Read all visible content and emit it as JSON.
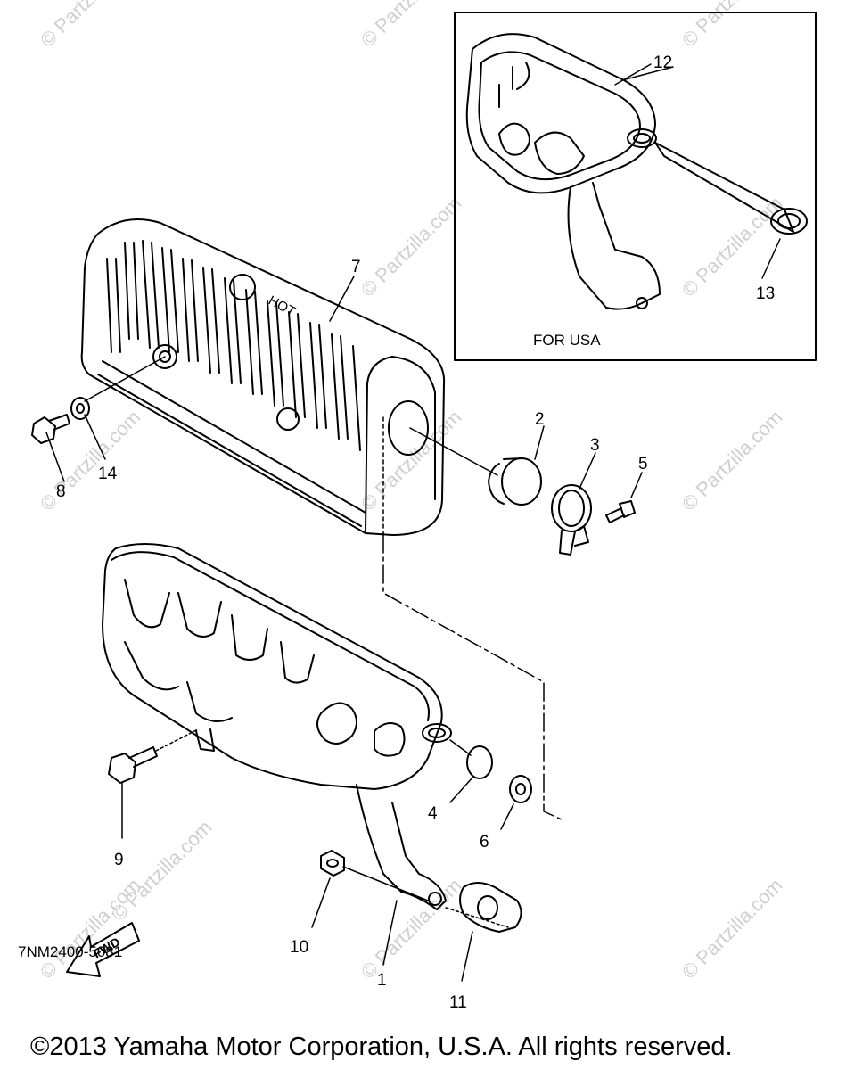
{
  "watermarks": [
    "© Partzilla.com",
    "© Partzilla.com",
    "© Partzilla.com",
    "© Partzilla.com",
    "© Partzilla.com",
    "© Partzilla.com",
    "© Partzilla.com",
    "© Partzilla.com",
    "© Partzilla.com",
    "© Partzilla.com",
    "© Partzilla.com",
    "© Partzilla.com"
  ],
  "callouts": {
    "c1": "1",
    "c2": "2",
    "c3": "3",
    "c4": "4",
    "c5": "5",
    "c6": "6",
    "c7": "7",
    "c8": "8",
    "c9": "9",
    "c10": "10",
    "c11": "11",
    "c12": "12",
    "c13": "13",
    "c14": "14"
  },
  "inset_label": "FOR USA",
  "fwd_label": "FWD",
  "diagram_code": "7NM2400-5081",
  "copyright": "©2013 Yamaha Motor Corporation, U.S.A. All rights reserved.",
  "heat_shield_text": "HOT"
}
